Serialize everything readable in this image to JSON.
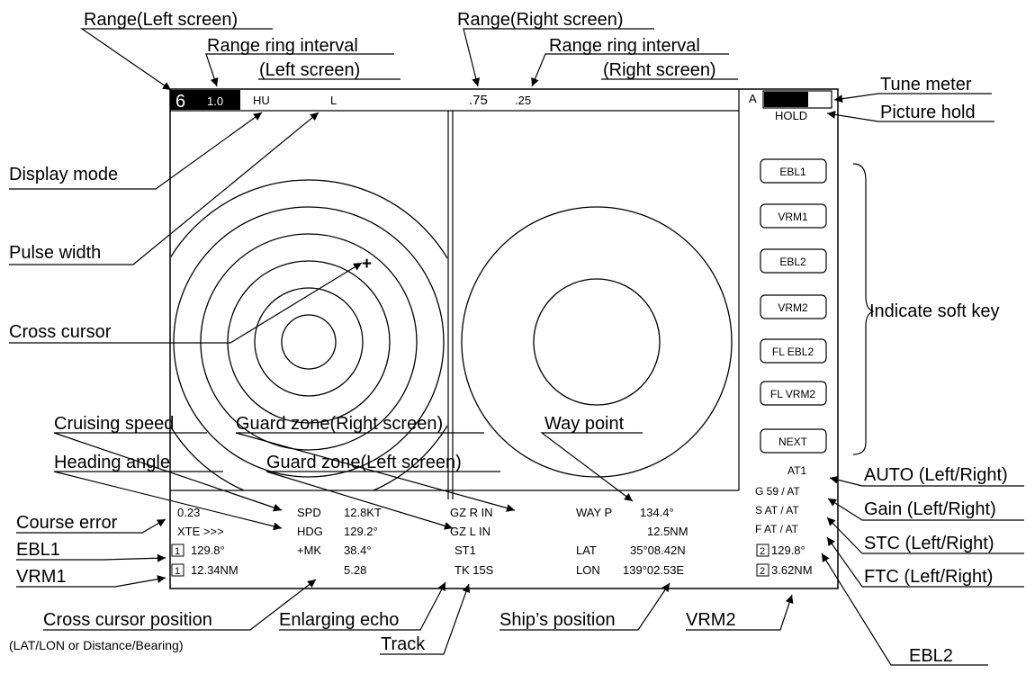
{
  "screen": {
    "range_left": "6",
    "ring_interval_left": "1.0",
    "display_mode": "HU",
    "pulse_width": "L",
    "range_right": ".75",
    "ring_interval_right": ".25",
    "tune_label": "A",
    "hold": "HOLD",
    "soft_keys": [
      "EBL1",
      "VRM1",
      "EBL2",
      "VRM2",
      "FL EBL2",
      "FL VRM2",
      "NEXT"
    ],
    "at_status": "AT1",
    "gain": "G  59 / AT",
    "stc": "S   AT / AT",
    "ftc": "F   AT / AT",
    "cursor_glyph": "+",
    "bottom": {
      "course_error": "0.23",
      "xte": "XTE >>>",
      "ebl1_num": "1",
      "ebl1_value": "129.8°",
      "vrm1_num": "1",
      "vrm1_value": "12.34NM",
      "spd_label": "SPD",
      "spd_value": "12.8KT",
      "hdg_label": "HDG",
      "hdg_value": "129.2°",
      "mk_label": "+MK",
      "mk_value": "38.4°",
      "mk_dist": "5.28",
      "gzr": "GZ R   IN",
      "gzl": "GZ L   IN",
      "st": "ST1",
      "tk": "TK 15S",
      "way_label": "WAY P",
      "way_brg": "134.4°",
      "way_dist": "12.5NM",
      "lat_label": "LAT",
      "lat_value": "35°08.42N",
      "lon_label": "LON",
      "lon_value": "139°02.53E",
      "ebl2_num": "2",
      "ebl2_value": "129.8°",
      "vrm2_num": "2",
      "vrm2_value": "3.62NM"
    }
  },
  "callouts": {
    "range_left": "Range(Left screen)",
    "ring_interval_left_1": "Range ring interval",
    "ring_interval_left_2": "(Left screen)",
    "range_right": "Range(Right screen)",
    "ring_interval_right_1": "Range ring interval",
    "ring_interval_right_2": "(Right screen)",
    "tune_meter": "Tune meter",
    "picture_hold": "Picture hold",
    "display_mode": "Display mode",
    "pulse_width": "Pulse width",
    "cross_cursor": "Cross cursor",
    "indicate_soft_key": "Indicate soft key",
    "cruising_speed": "Cruising speed",
    "heading_angle": "Heading angle",
    "guard_zone_right": "Guard zone(Right screen)",
    "guard_zone_left": "Guard zone(Left screen)",
    "way_point": "Way point",
    "course_error": "Course error",
    "ebl1": "EBL1",
    "vrm1": "VRM1",
    "auto": "AUTO (Left/Right)",
    "gain": "Gain (Left/Right)",
    "stc": "STC (Left/Right)",
    "ftc": "FTC (Left/Right)",
    "cross_cursor_position": "Cross cursor position",
    "cross_cursor_position_sub": "(LAT/LON or Distance/Bearing)",
    "enlarging_echo": "Enlarging echo",
    "track": "Track",
    "ships_position": "Ship’s position",
    "vrm2": "VRM2",
    "ebl2": "EBL2"
  }
}
